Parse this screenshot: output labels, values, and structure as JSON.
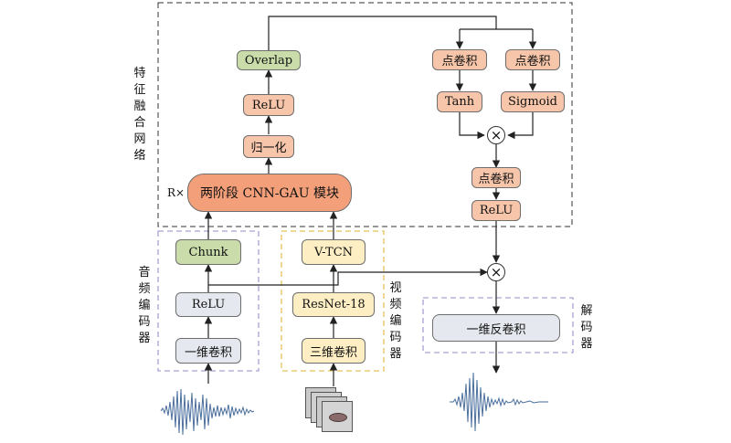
{
  "labels": {
    "overlap": "Overlap",
    "relu_top": "ReLU",
    "norm": "归一化",
    "gau_module": "两阶段 CNN-GAU 模块",
    "repeat": "R×",
    "pointconv_left": "点卷积",
    "pointconv_right": "点卷积",
    "tanh": "Tanh",
    "sigmoid": "Sigmoid",
    "multiply": "×",
    "pointconv_mid": "点卷积",
    "relu_mid": "ReLU",
    "chunk": "Chunk",
    "relu_audio": "ReLU",
    "conv1d": "一维卷积",
    "vtcn": "V-TCN",
    "resnet18": "ResNet-18",
    "conv3d": "三维卷积",
    "deconv1d": "一维反卷积",
    "fusion_network": "特征融合网络",
    "audio_encoder": "音频编码器",
    "video_encoder": "视频编码器",
    "decoder": "解码器"
  },
  "colors": {
    "green": "#c9dcaa",
    "salmon": "#f7c6aa",
    "gau_fill": "#f3a07a",
    "gray": "#e5e8ee",
    "yellow": "#fdeec4",
    "waveform": "#4a6e9c",
    "encoder_border": "#a9a2d4",
    "video_border": "#e8c15a"
  }
}
